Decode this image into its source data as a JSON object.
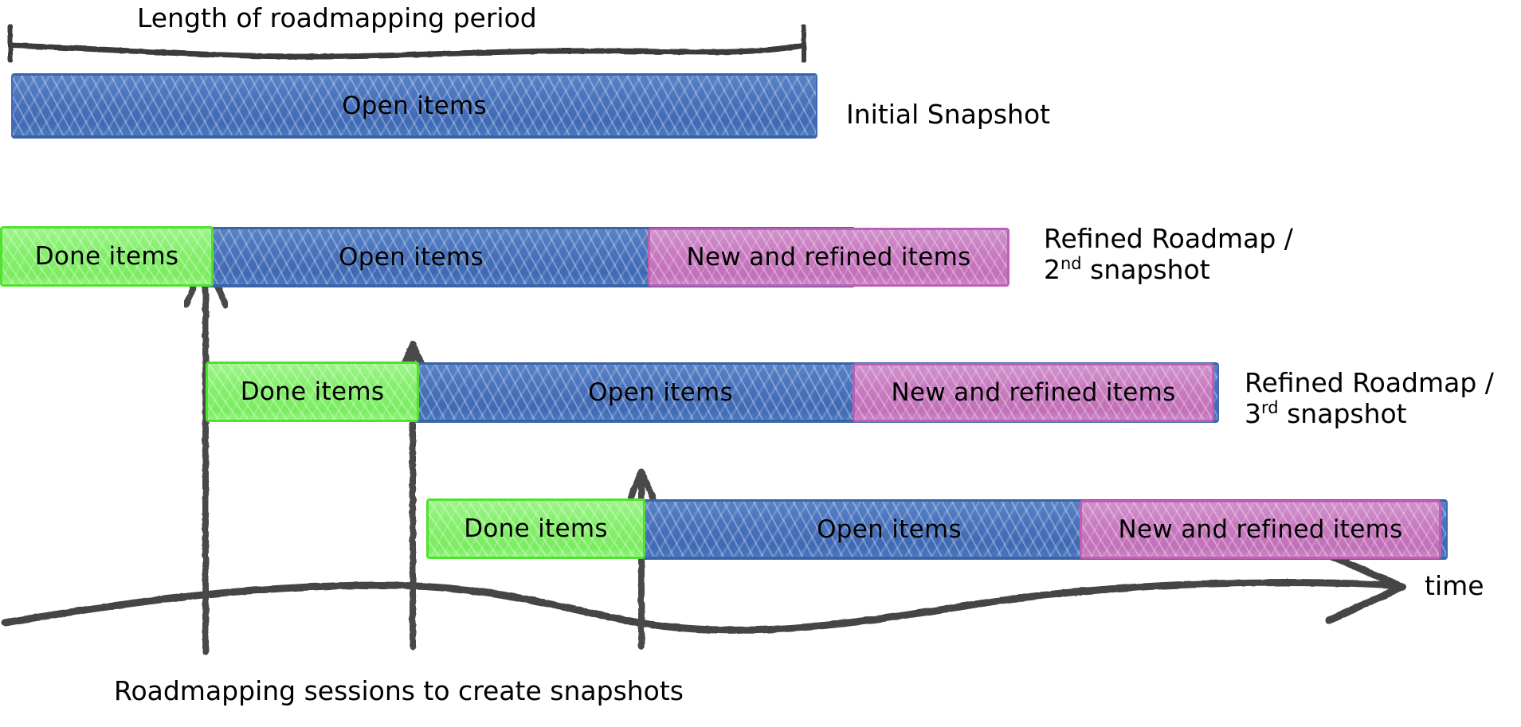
{
  "diagram": {
    "title_bracket_label": "Length of roadmapping period",
    "time_axis_label": "time",
    "bottom_caption": "Roadmapping sessions to create snapshots",
    "colors": {
      "open_items": "#4a74bd",
      "done_items": "#7aec5f",
      "new_refined_items": "#c97cc0",
      "ink": "#3f3f3f",
      "background": "#ffffff"
    },
    "segment_labels": {
      "done": "Done items",
      "open": "Open items",
      "new": "New and refined items"
    },
    "rows": [
      {
        "id": "row-1",
        "side_label": "Initial Snapshot",
        "side_label_line2": "",
        "ordinal": "",
        "ordinal_suffix": "",
        "segments": [
          {
            "type": "open",
            "label": "Open items"
          }
        ]
      },
      {
        "id": "row-2",
        "side_label": "Refined Roadmap /",
        "side_label_line2": "snapshot",
        "ordinal": "2",
        "ordinal_suffix": "nd",
        "segments": [
          {
            "type": "done",
            "label": "Done items"
          },
          {
            "type": "open",
            "label": "Open items"
          },
          {
            "type": "new",
            "label": "New and refined items"
          }
        ]
      },
      {
        "id": "row-3",
        "side_label": "Refined Roadmap /",
        "side_label_line2": "snapshot",
        "ordinal": "3",
        "ordinal_suffix": "rd",
        "segments": [
          {
            "type": "done",
            "label": "Done items"
          },
          {
            "type": "open",
            "label": "Open items"
          },
          {
            "type": "new",
            "label": "New and refined items"
          }
        ]
      },
      {
        "id": "row-4",
        "side_label": "",
        "side_label_line2": "",
        "ordinal": "",
        "ordinal_suffix": "",
        "segments": [
          {
            "type": "done",
            "label": "Done items"
          },
          {
            "type": "open",
            "label": "Open items"
          },
          {
            "type": "new",
            "label": "New and refined items"
          }
        ]
      }
    ],
    "session_markers": [
      {
        "id": "session-1"
      },
      {
        "id": "session-2"
      },
      {
        "id": "session-3"
      }
    ]
  }
}
